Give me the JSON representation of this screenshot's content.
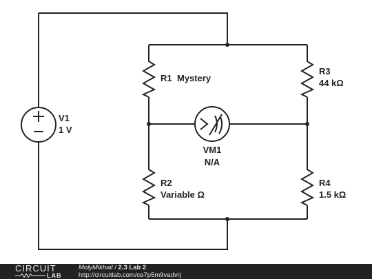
{
  "components": {
    "v1": {
      "name": "V1",
      "value": "1 V"
    },
    "r1": {
      "name": "R1",
      "value": "Mystery"
    },
    "r2": {
      "name": "R2",
      "value": "Variable Ω"
    },
    "r3": {
      "name": "R3",
      "value": "44 kΩ"
    },
    "r4": {
      "name": "R4",
      "value": "1.5 kΩ"
    },
    "vm1": {
      "name": "VM1",
      "value": "N/A"
    }
  },
  "footer": {
    "logo_top": "CIRCUIT",
    "logo_bottom": "LAB",
    "user": "MolyMikhail",
    "separator": " / ",
    "circuit_title": "2.3 Lab 2",
    "url": "http://circuitlab.com/ce7p5m9vadvrj"
  }
}
